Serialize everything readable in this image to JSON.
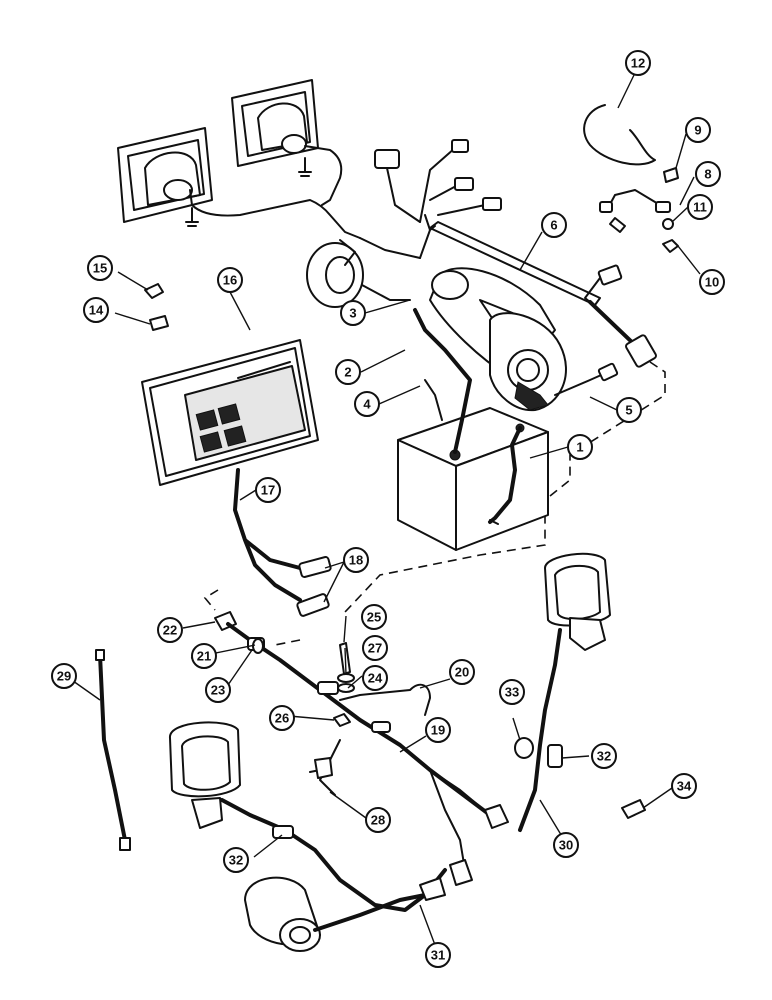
{
  "callouts": [
    {
      "label": "1"
    },
    {
      "label": "2"
    },
    {
      "label": "3"
    },
    {
      "label": "4"
    },
    {
      "label": "5"
    },
    {
      "label": "6"
    },
    {
      "label": "8"
    },
    {
      "label": "9"
    },
    {
      "label": "10"
    },
    {
      "label": "11"
    },
    {
      "label": "12"
    },
    {
      "label": "14"
    },
    {
      "label": "15"
    },
    {
      "label": "16"
    },
    {
      "label": "17"
    },
    {
      "label": "18"
    },
    {
      "label": "19"
    },
    {
      "label": "20"
    },
    {
      "label": "21"
    },
    {
      "label": "22"
    },
    {
      "label": "23"
    },
    {
      "label": "24"
    },
    {
      "label": "25"
    },
    {
      "label": "26"
    },
    {
      "label": "27"
    },
    {
      "label": "28"
    },
    {
      "label": "29"
    },
    {
      "label": "30"
    },
    {
      "label": "31"
    },
    {
      "label": "32"
    },
    {
      "label": "32"
    },
    {
      "label": "33"
    },
    {
      "label": "34"
    }
  ]
}
